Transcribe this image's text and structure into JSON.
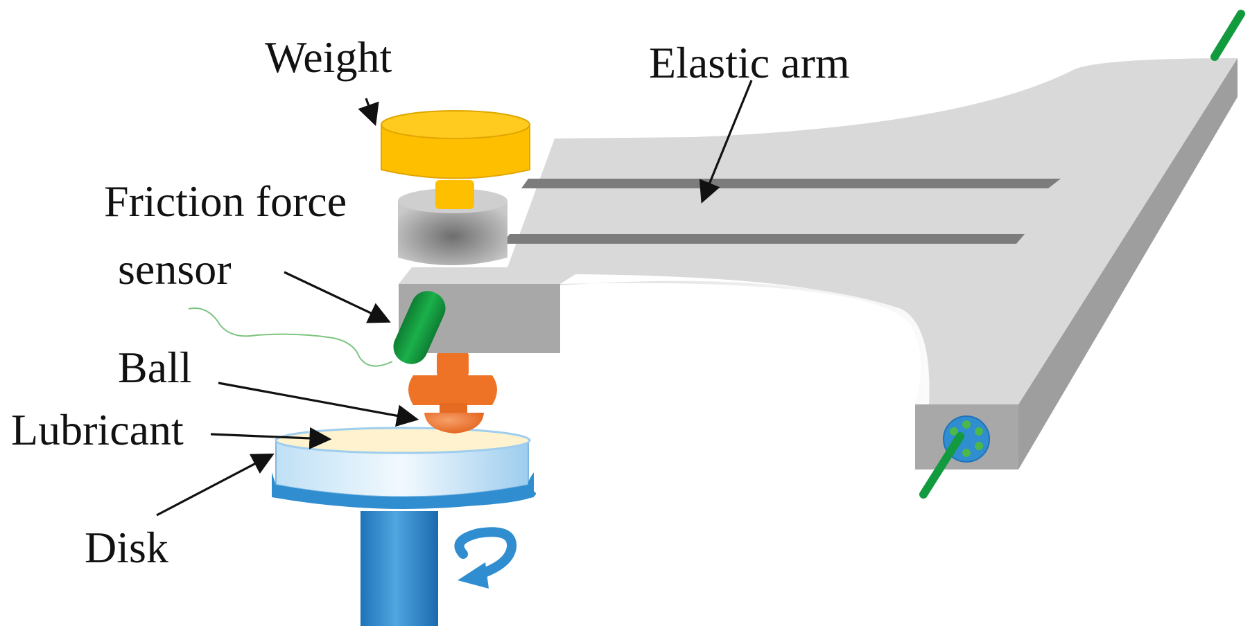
{
  "labels": {
    "weight": "Weight",
    "elastic_arm": "Elastic arm",
    "friction_force_line1": "Friction force",
    "friction_force_line2": "sensor",
    "ball": "Ball",
    "lubricant": "Lubricant",
    "disk": "Disk"
  },
  "colors": {
    "weight": "#FDBF00",
    "arm_top": "#D9D9D9",
    "arm_side": "#9E9E9E",
    "sensor": "#129A3E",
    "ball": "#EE7326",
    "disk": "#2F8DD0",
    "lubricant": "#FFF3CF",
    "groove": "#7C7C7C"
  },
  "icons": {
    "rotation": "rotation-arrow-icon"
  }
}
